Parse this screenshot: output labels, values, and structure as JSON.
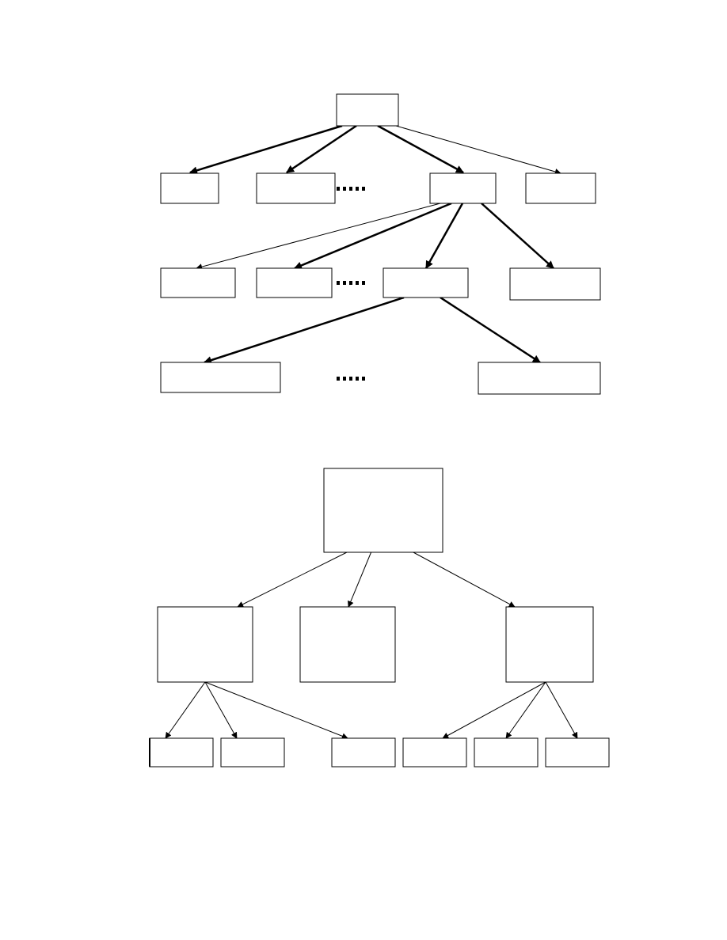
{
  "diagram_1": {
    "description": "",
    "nodes": [
      {
        "id": "t1_root",
        "label": ""
      },
      {
        "id": "t1_l1_a",
        "label": ""
      },
      {
        "id": "t1_l1_b",
        "label": ""
      },
      {
        "id": "t1_l1_c",
        "label": ""
      },
      {
        "id": "t1_l1_d",
        "label": ""
      },
      {
        "id": "t1_l2_a",
        "label": ""
      },
      {
        "id": "t1_l2_b",
        "label": ""
      },
      {
        "id": "t1_l2_c",
        "label": ""
      },
      {
        "id": "t1_l2_d",
        "label": ""
      },
      {
        "id": "t1_l3_a",
        "label": ""
      },
      {
        "id": "t1_l3_b",
        "label": ""
      }
    ],
    "edges": [
      {
        "from": "t1_root",
        "to": "t1_l1_a"
      },
      {
        "from": "t1_root",
        "to": "t1_l1_b"
      },
      {
        "from": "t1_root",
        "to": "t1_l1_c"
      },
      {
        "from": "t1_root",
        "to": "t1_l1_d"
      },
      {
        "from": "t1_l1_c",
        "to": "t1_l2_a"
      },
      {
        "from": "t1_l1_c",
        "to": "t1_l2_b"
      },
      {
        "from": "t1_l1_c",
        "to": "t1_l2_c"
      },
      {
        "from": "t1_l1_c",
        "to": "t1_l2_d"
      },
      {
        "from": "t1_l2_c",
        "to": "t1_l3_a"
      },
      {
        "from": "t1_l2_c",
        "to": "t1_l3_b"
      }
    ],
    "ellipsis_rows": 3
  },
  "diagram_2": {
    "nodes": [
      {
        "id": "t2_root",
        "label": ""
      },
      {
        "id": "t2_l1_a",
        "label": ""
      },
      {
        "id": "t2_l1_b",
        "label": ""
      },
      {
        "id": "t2_l1_c",
        "label": ""
      },
      {
        "id": "t2_l2_a",
        "label": ""
      },
      {
        "id": "t2_l2_b",
        "label": ""
      },
      {
        "id": "t2_l2_c",
        "label": ""
      },
      {
        "id": "t2_l2_d",
        "label": ""
      },
      {
        "id": "t2_l2_e",
        "label": ""
      },
      {
        "id": "t2_l2_f",
        "label": ""
      }
    ],
    "edges": [
      {
        "from": "t2_root",
        "to": "t2_l1_a"
      },
      {
        "from": "t2_root",
        "to": "t2_l1_b"
      },
      {
        "from": "t2_root",
        "to": "t2_l1_c"
      },
      {
        "from": "t2_l1_a",
        "to": "t2_l2_a"
      },
      {
        "from": "t2_l1_a",
        "to": "t2_l2_b"
      },
      {
        "from": "t2_l1_a",
        "to": "t2_l2_c"
      },
      {
        "from": "t2_l1_c",
        "to": "t2_l2_d"
      },
      {
        "from": "t2_l1_c",
        "to": "t2_l2_e"
      },
      {
        "from": "t2_l1_c",
        "to": "t2_l2_f"
      }
    ]
  }
}
